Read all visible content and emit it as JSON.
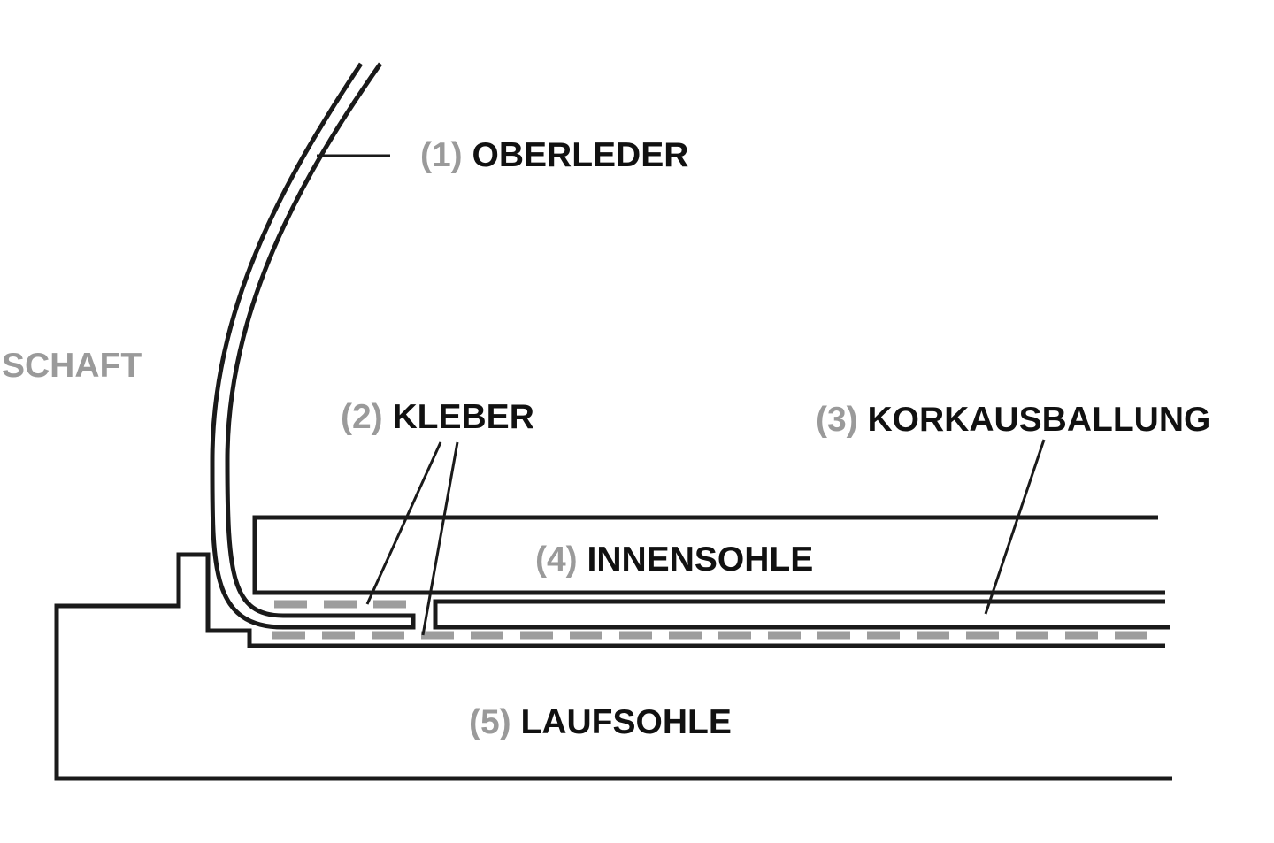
{
  "diagram": {
    "side_label": "SCHAFT",
    "parts": [
      {
        "number": "(1)",
        "name": "OBERLEDER"
      },
      {
        "number": "(2)",
        "name": "KLEBER"
      },
      {
        "number": "(3)",
        "name": "KORKAUSBALLUNG"
      },
      {
        "number": "(4)",
        "name": "INNENSOHLE"
      },
      {
        "number": "(5)",
        "name": "LAUFSOHLE"
      }
    ],
    "colors": {
      "line": "#1a1a1a",
      "accent_gray": "#9a9a9a",
      "adhesive": "#9d9d9d"
    }
  }
}
